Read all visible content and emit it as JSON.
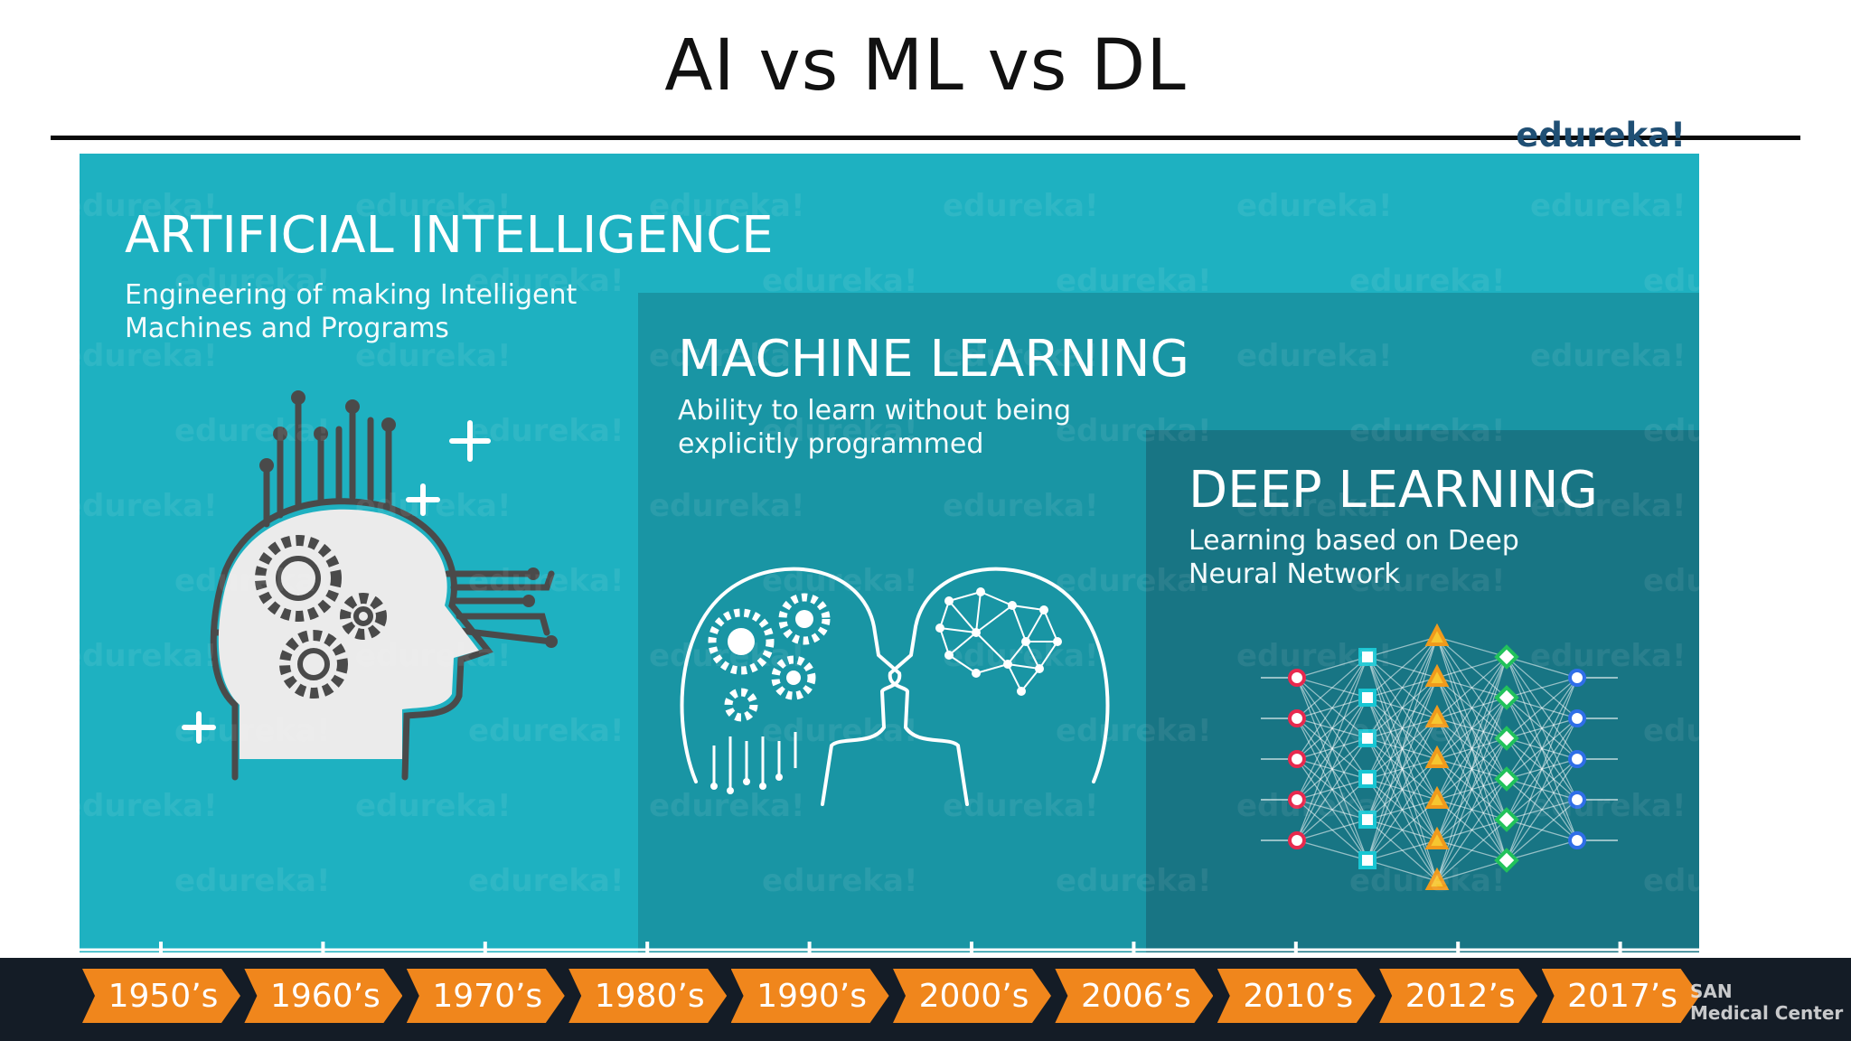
{
  "title": "AI vs ML vs DL",
  "brand": "edureka!",
  "watermark": "edureka!",
  "colors": {
    "ai_bg": "#1eb1c1",
    "ml_bg": "#1995a4",
    "dl_bg": "#187584",
    "timeline_bg": "#141c26",
    "era_badge": "#f0861c"
  },
  "ai": {
    "heading": "ARTIFICIAL INTELLIGENCE",
    "desc_line1": "Engineering of making Intelligent",
    "desc_line2": "Machines and Programs",
    "icon": "robot-head-gears-icon"
  },
  "ml": {
    "heading": "MACHINE LEARNING",
    "desc_line1": "Ability to learn without being",
    "desc_line2": "explicitly programmed",
    "icon": "two-heads-gears-brain-icon"
  },
  "dl": {
    "heading": "DEEP LEARNING",
    "desc_line1": "Learning based on Deep",
    "desc_line2": "Neural Network",
    "icon": "neural-network-icon"
  },
  "timeline": [
    "1950’s",
    "1960’s",
    "1970’s",
    "1980’s",
    "1990’s",
    "2000’s",
    "2006’s",
    "2010’s",
    "2012’s",
    "2017’s"
  ],
  "partner": {
    "line1": "SAN",
    "line2": "Medical Center"
  }
}
